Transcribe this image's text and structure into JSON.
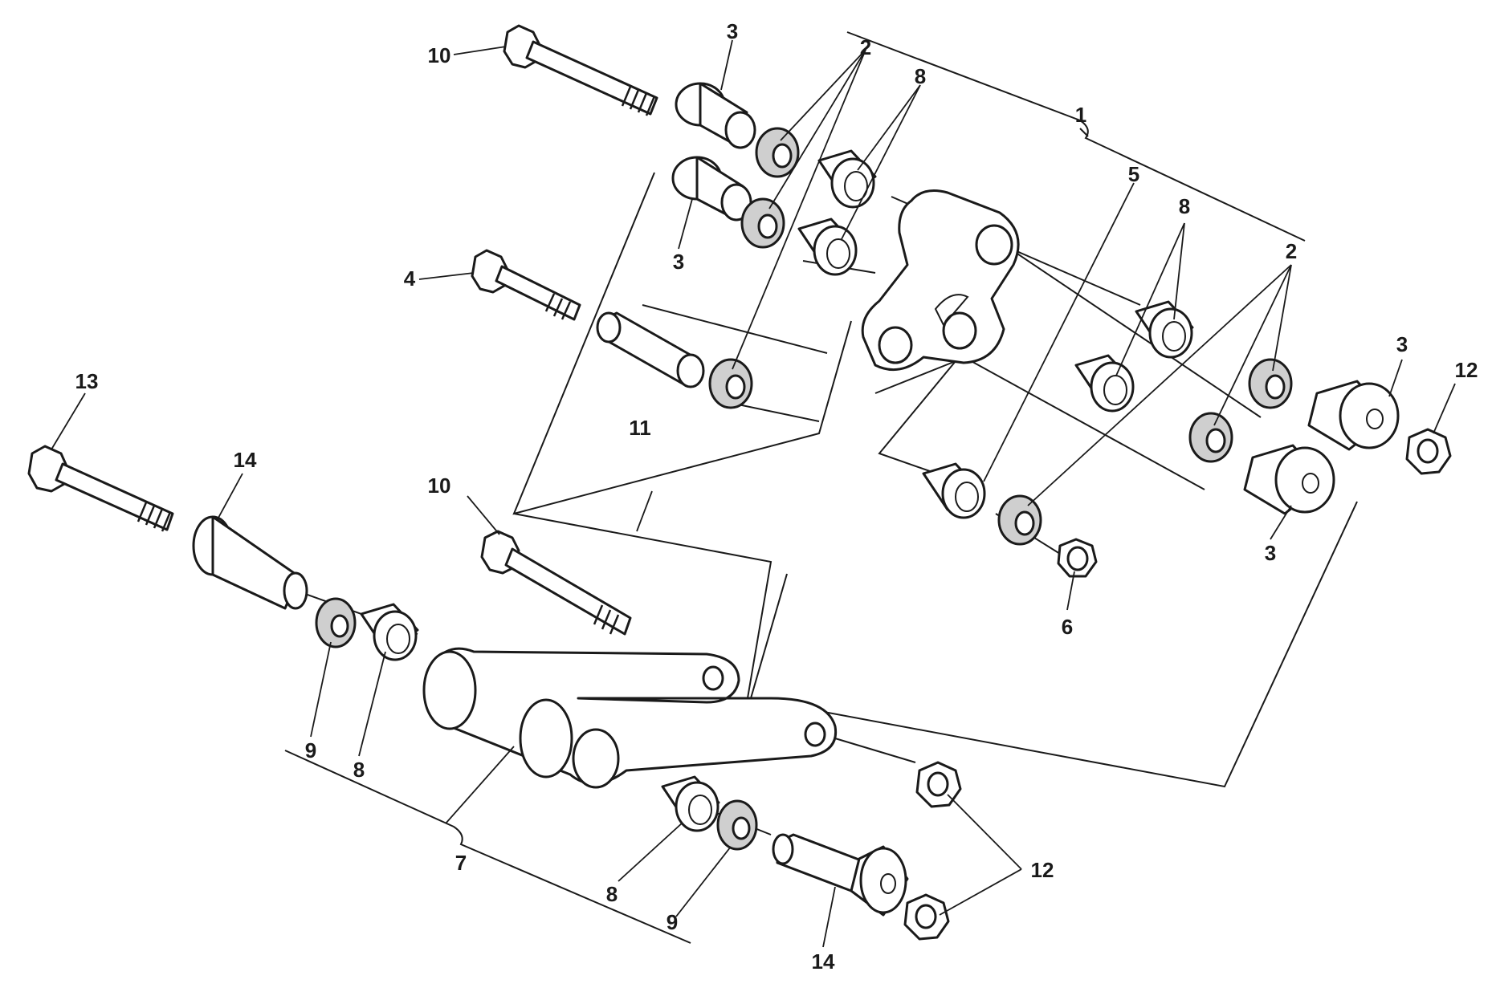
{
  "callouts": {
    "c1": "1",
    "c2a": "2",
    "c2b": "2",
    "c3a": "3",
    "c3b": "3",
    "c3c": "3",
    "c3d": "3",
    "c4": "4",
    "c5": "5",
    "c6": "6",
    "c7": "7",
    "c8a": "8",
    "c8b": "8",
    "c8c": "8",
    "c8d": "8",
    "c9a": "9",
    "c9b": "9",
    "c10a": "10",
    "c10b": "10",
    "c11": "11",
    "c12a": "12",
    "c12b": "12",
    "c13": "13",
    "c14a": "14",
    "c14b": "14"
  }
}
